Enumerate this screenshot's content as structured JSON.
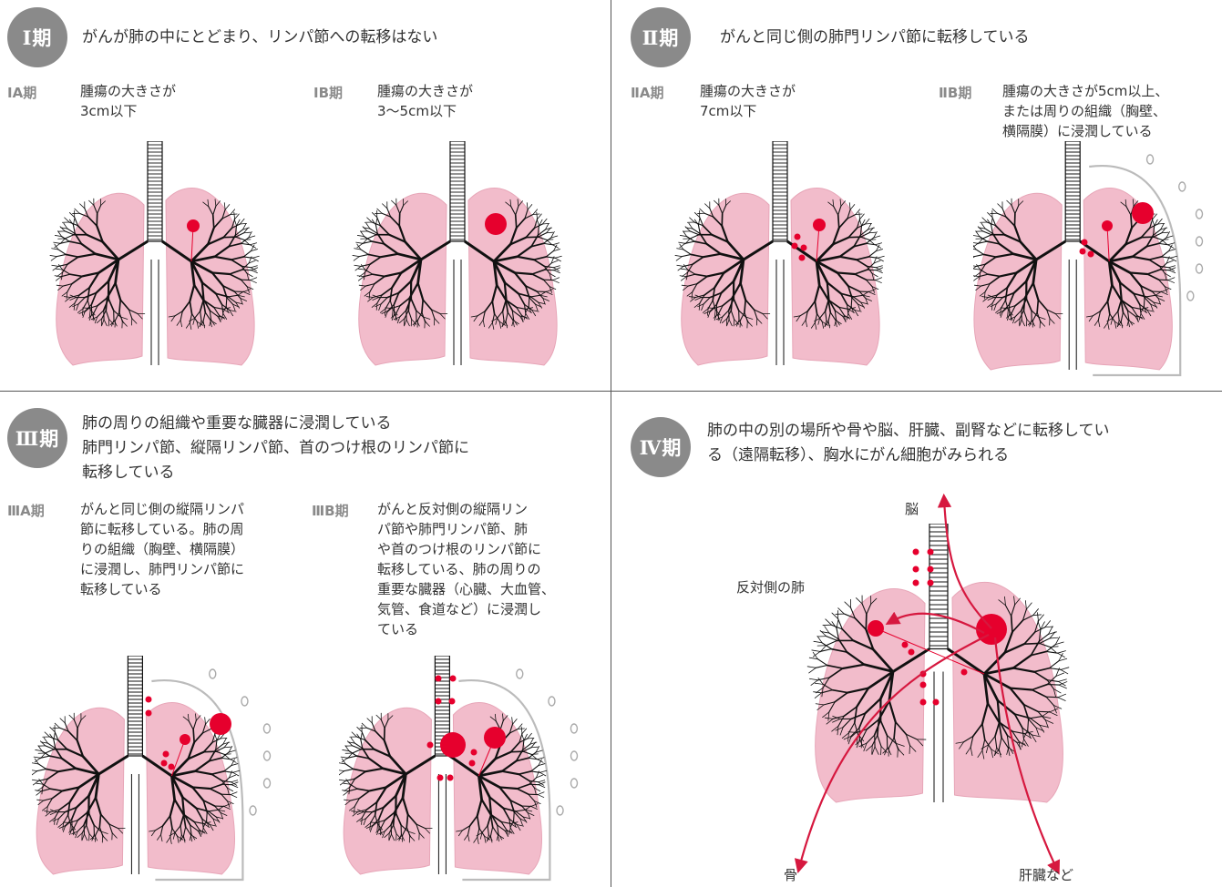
{
  "stage1": {
    "badge": "Ⅰ期",
    "title": "がんが肺の中にとどまり、リンパ節への転移はない",
    "sub": [
      {
        "label": "ⅠA期",
        "desc": "腫瘍の大きさが\n3cm以下"
      },
      {
        "label": "ⅠB期",
        "desc": "腫瘍の大きさが\n3〜5cm以下"
      }
    ]
  },
  "stage2": {
    "badge": "Ⅱ期",
    "title": "がんと同じ側の肺門リンパ節に転移している",
    "sub": [
      {
        "label": "ⅡA期",
        "desc": "腫瘍の大きさが\n7cm以下"
      },
      {
        "label": "ⅡB期",
        "desc": "腫瘍の大きさが5cm以上、\nまたは周りの組織（胸壁、\n横隔膜）に浸潤している"
      }
    ]
  },
  "stage3": {
    "badge": "Ⅲ期",
    "title": "肺の周りの組織や重要な臓器に浸潤している\n肺門リンパ節、縦隔リンパ節、首のつけ根のリンパ節に\n転移している",
    "sub": [
      {
        "label": "ⅢA期",
        "desc": "がんと同じ側の縦隔リンパ\n節に転移している。肺の周\nりの組織（胸壁、横隔膜）\nに浸潤し、肺門リンパ節に\n転移している"
      },
      {
        "label": "ⅢB期",
        "desc": "がんと反対側の縦隔リン\nパ節や肺門リンパ節、肺\nや首のつけ根のリンパ節に\n転移している、肺の周りの\n重要な臓器（心臓、大血管、\n気管、食道など）に浸潤し\nている"
      }
    ]
  },
  "stage4": {
    "badge": "Ⅳ期",
    "title": "肺の中の別の場所や骨や脳、肝臓、副腎などに転移してい\nる（遠隔転移）、胸水にがん細胞がみられる",
    "labels": {
      "brain": "脳",
      "opposite_lung": "反対側の肺",
      "bone": "骨",
      "liver": "肝臓など"
    }
  },
  "colors": {
    "lung_fill": "#f2bccb",
    "tumor": "#e6002d",
    "badge": "#8a8a8a",
    "arrow": "#d6183f"
  }
}
